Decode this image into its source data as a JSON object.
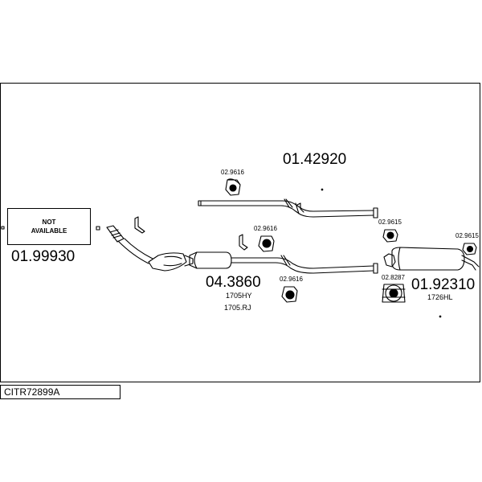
{
  "not_available_box": {
    "line1": "NOT",
    "line2": "AVAILABLE"
  },
  "parts": {
    "front_code": "01.99930",
    "middle_pipe_code": "01.42920",
    "catalyst_code": "04.3860",
    "catalyst_ref1": "1705HY",
    "catalyst_ref2": "1705.RJ",
    "rear_code": "01.92310",
    "rear_ref": "1726HL"
  },
  "mounts": {
    "m1": "02.9616",
    "m2": "02.9616",
    "m3": "02.9616",
    "m4": "02.9615",
    "m5": "02.9615",
    "clamp": "02.8287"
  },
  "footer": {
    "model_code": "CITR72899A"
  }
}
